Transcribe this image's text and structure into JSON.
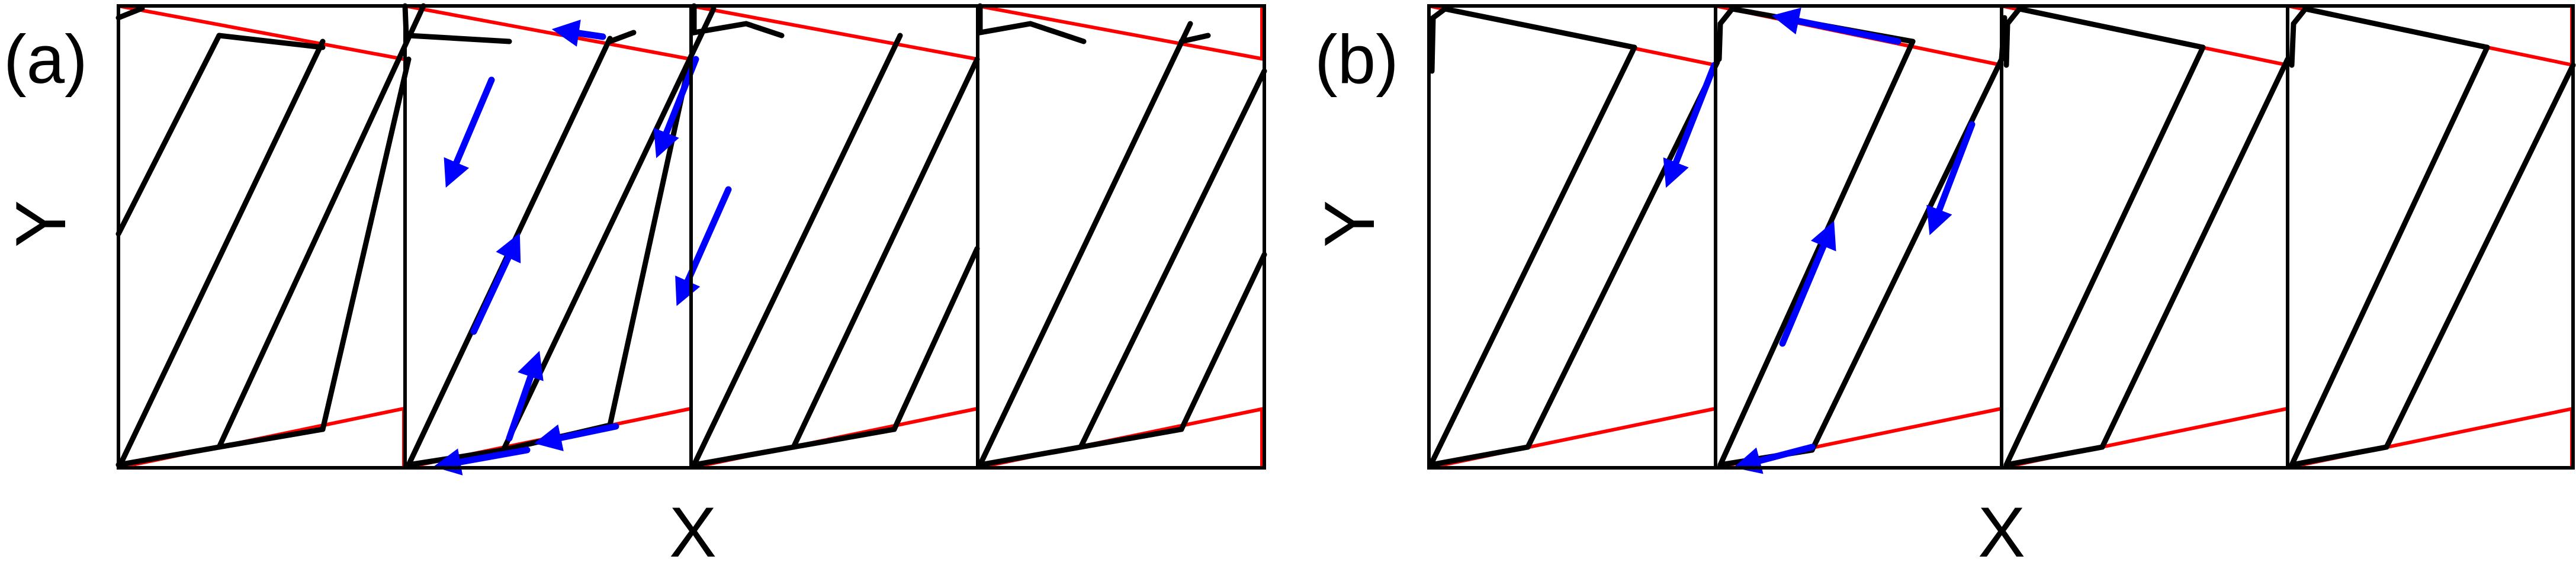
{
  "colors": {
    "black": "#000000",
    "red": "#ff0000",
    "blue": "#0000ff",
    "background": "#ffffff"
  },
  "panels": [
    {
      "id": "a",
      "label": "(a)",
      "xlabel": "X",
      "ylabel": "Y",
      "cells": 4
    },
    {
      "id": "b",
      "label": "(b)",
      "xlabel": "X",
      "ylabel": "Y",
      "cells": 4
    }
  ]
}
